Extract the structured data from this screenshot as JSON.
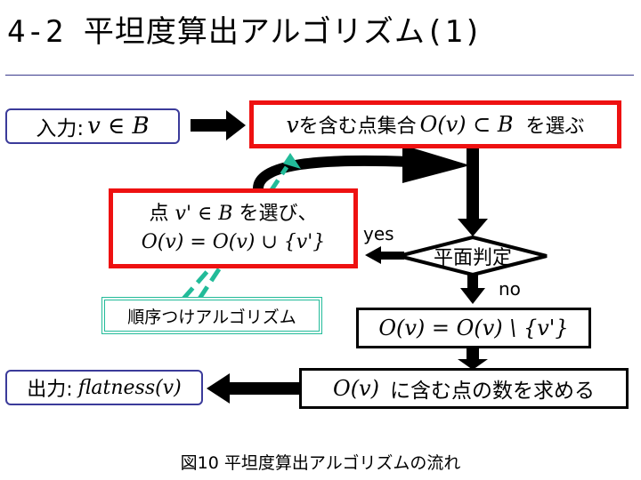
{
  "slide": {
    "title": "4-2 平坦度算出アルゴリズム(1)",
    "caption": "図10 平坦度算出アルゴリズムの流れ"
  },
  "input_box": {
    "label": "入力:",
    "math": "v ∈ B"
  },
  "select_box": {
    "math_v": "v",
    "text1": "を含む点集合",
    "math_set": "O(v) ⊂ B",
    "text2": "を選ぶ"
  },
  "choose_box": {
    "line1_prefix": "点",
    "line1_math": "v' ∈ B",
    "line1_suffix": "を選び、",
    "line2_math": "O(v) = O(v) ∪ {v'}"
  },
  "decision": {
    "label": "平面判定",
    "yes": "yes",
    "no": "no"
  },
  "remove_box": {
    "math": "O(v) = O(v) \\ {v'}"
  },
  "count_box": {
    "math": "O(v)",
    "text": "に含む点の数を求める"
  },
  "output_box": {
    "label": "出力:",
    "math": "flatness(v)"
  },
  "ordering_box": {
    "label": "順序つけアルゴリズム"
  },
  "colors": {
    "red_border": "#ee1111",
    "blue_border": "#3b3b9a",
    "teal": "#22bb99",
    "rule": "#3a3a8c"
  }
}
